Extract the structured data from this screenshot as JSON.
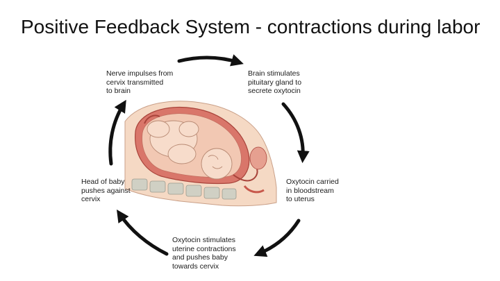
{
  "slide": {
    "title": "Positive Feedback System - contractions during labor"
  },
  "cycle": {
    "steps": [
      "Nerve impulses from\ncervix transmitted\nto brain",
      "Brain stimulates\npituitary gland to\nsecrete oxytocin",
      "Oxytocin carried\nin bloodstream\nto uterus",
      "Oxytocin stimulates\nuterine contractions\nand pushes baby\ntowards cervix",
      "Head of baby\npushes against\ncervix"
    ]
  },
  "colors": {
    "arrow": "#111111",
    "skin_light": "#f5d9c4",
    "uterus": "#d9766a",
    "uterus_dark": "#b4483e",
    "spine": "#c8c8bb",
    "organ": "#c7584b"
  }
}
